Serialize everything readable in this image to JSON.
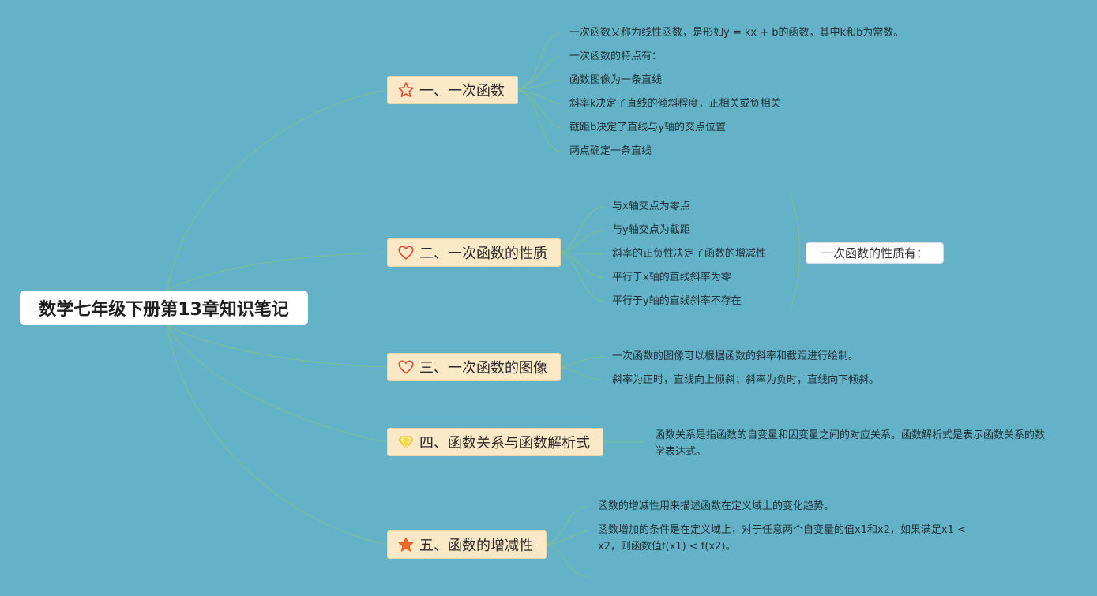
{
  "root": {
    "title": "数学七年级下册第13章知识笔记"
  },
  "branches": [
    {
      "icon": "star-outline-icon",
      "label": "一、一次函数",
      "items": [
        "一次函数又称为线性函数，是形如y = kx + b的函数，其中k和b为常数。",
        "一次函数的特点有：",
        "函数图像为一条直线",
        "斜率k决定了直线的倾斜程度，正相关或负相关",
        "截距b决定了直线与y轴的交点位置",
        "两点确定一条直线"
      ]
    },
    {
      "icon": "heart-outline-icon",
      "label": "二、一次函数的性质",
      "items": [
        "与x轴交点为零点",
        "与y轴交点为截距",
        "斜率的正负性决定了函数的增减性",
        "平行于x轴的直线斜率为零",
        "平行于y轴的直线斜率不存在"
      ],
      "summary": "一次函数的性质有："
    },
    {
      "icon": "heart-outline-icon",
      "label": "三、一次函数的图像",
      "items": [
        "一次函数的图像可以根据函数的斜率和截距进行绘制。",
        "斜率为正时，直线向上倾斜；斜率为负时，直线向下倾斜。"
      ]
    },
    {
      "icon": "diamond-icon",
      "label": "四、函数关系与函数解析式",
      "items": [
        "函数关系是指函数的自变量和因变量之间的对应关系。函数解析式是表示函数关系的数学表达式。"
      ]
    },
    {
      "icon": "star-filled-icon",
      "label": "五、函数的增减性",
      "items": [
        "函数的增减性用来描述函数在定义域上的变化趋势。",
        "函数增加的条件是在定义域上，对于任意两个自变量的值x1和x2，如果满足x1 < x2，则函数值f(x1) < f(x2)。",
        ""
      ]
    }
  ],
  "colors": {
    "background": "#64b2c7",
    "branch_fill": "#fbe8c6",
    "line": "#7cbd97",
    "icon_red": "#e84a3a",
    "icon_orange": "#ee6b2c",
    "icon_yellow": "#f6d84a"
  }
}
